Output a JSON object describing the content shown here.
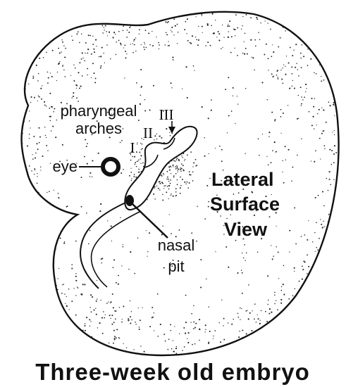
{
  "caption": "Three-week old embryo",
  "view_label": {
    "line1": "Lateral",
    "line2": "Surface",
    "line3": "View"
  },
  "labels": {
    "pharyngeal_line1": "pharyngeal",
    "pharyngeal_line2": "arches",
    "eye": "eye",
    "nasal_line1": "nasal",
    "nasal_line2": "pit"
  },
  "arches": {
    "first": "I",
    "second": "II",
    "third": "III"
  }
}
